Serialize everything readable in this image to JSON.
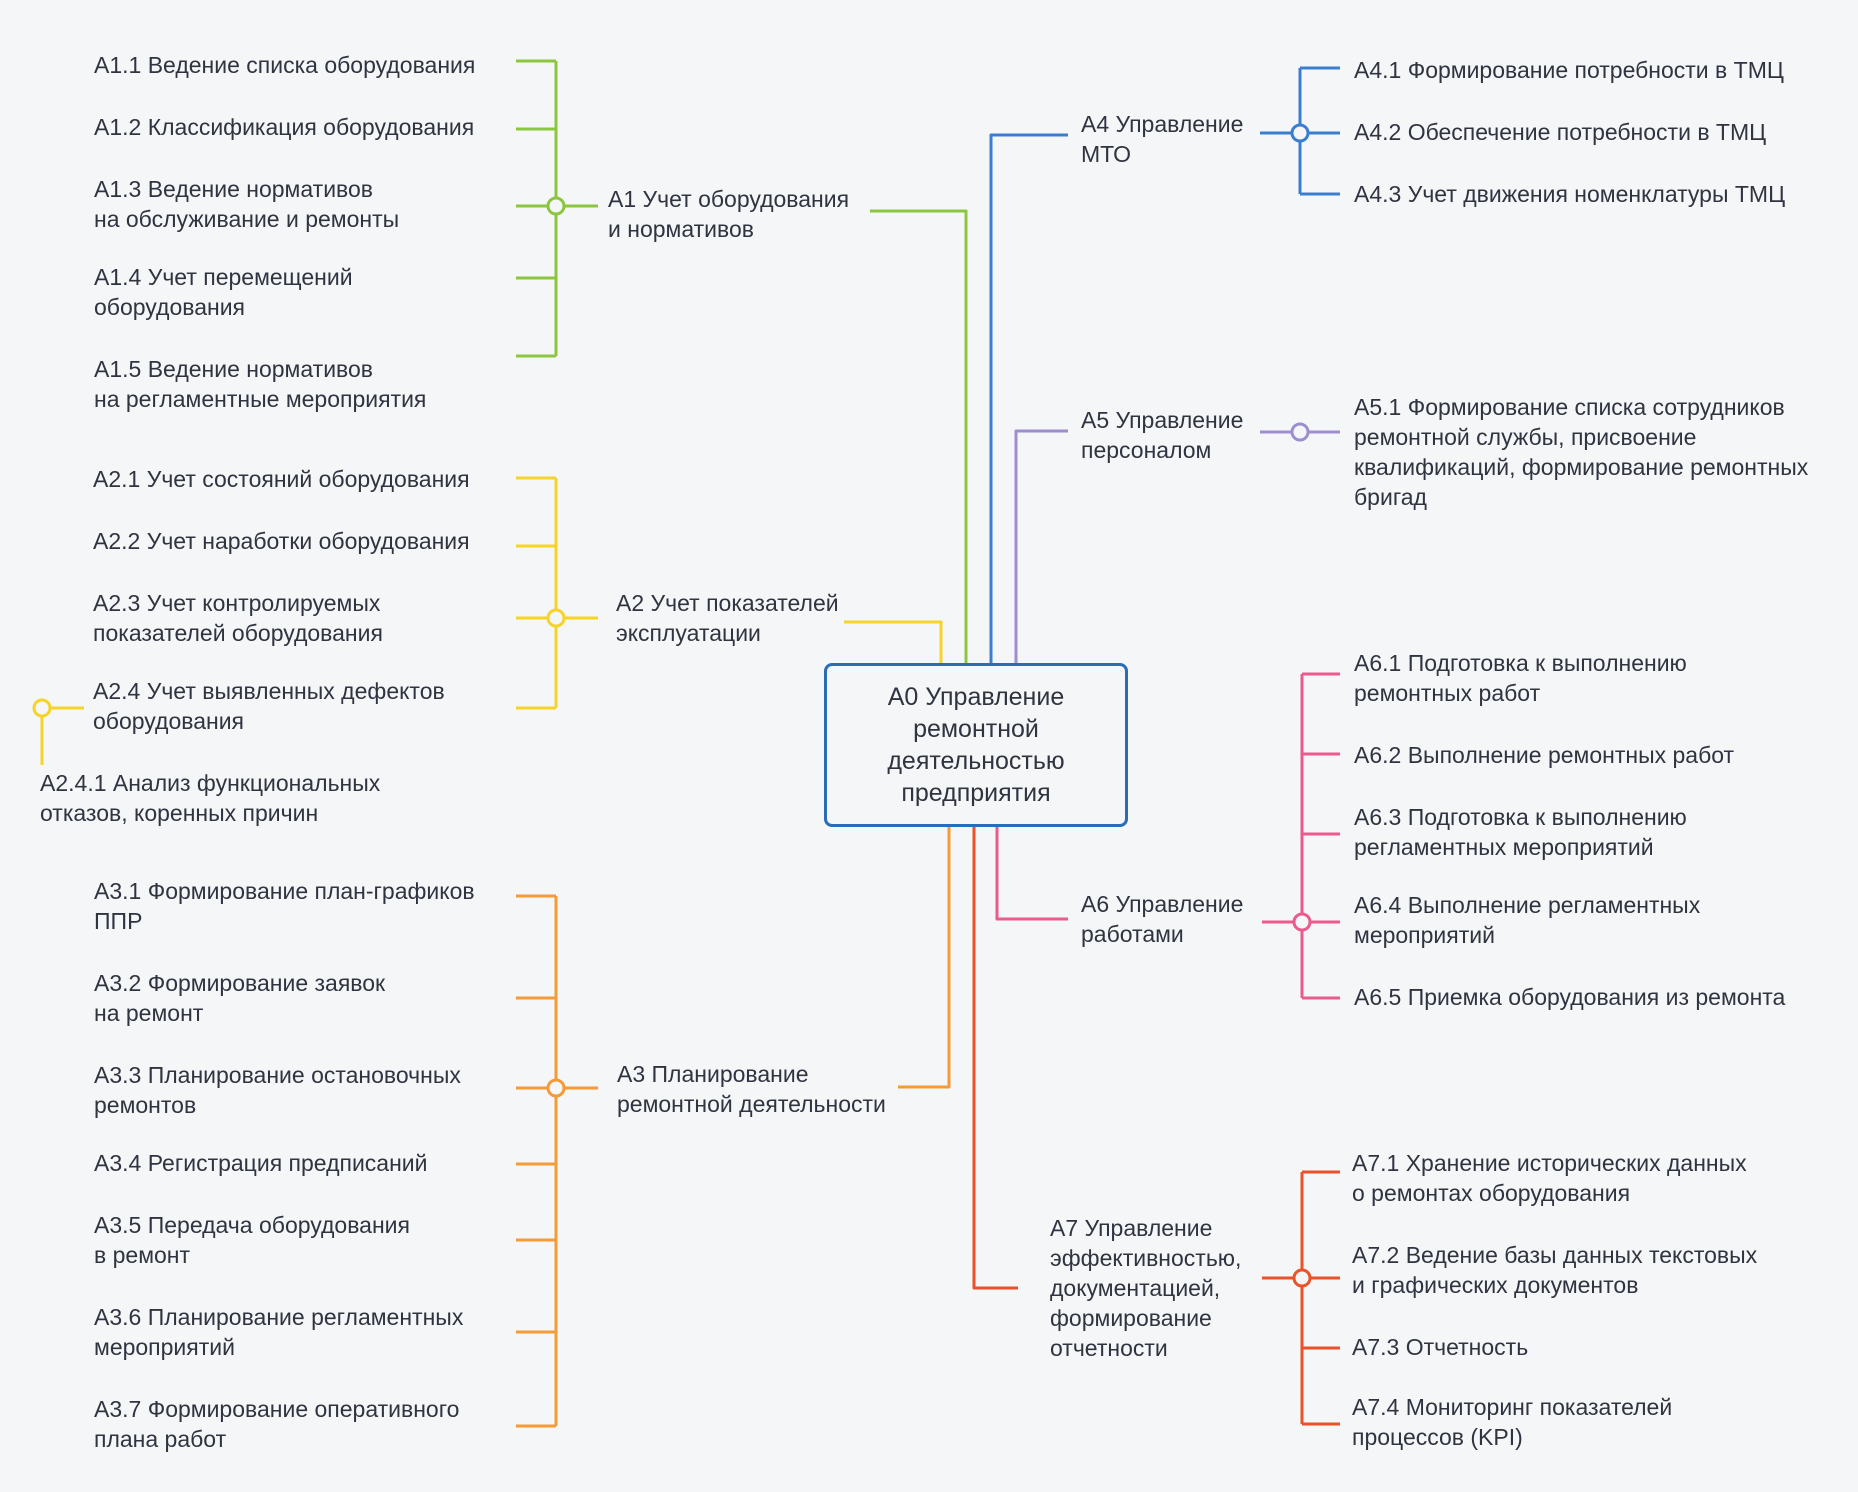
{
  "colors": {
    "root": "#2a6db5",
    "a1": "#8cc63f",
    "a2": "#f5d327",
    "a3": "#f59a37",
    "a4": "#3b7ed0",
    "a5": "#9d8fcf",
    "a6": "#ea5a8c",
    "a7": "#ec5229"
  },
  "root": {
    "label": "А0 Управление\nремонтной\nдеятельностью\nпредприятия"
  },
  "a1": {
    "label": "А1 Учет оборудования\nи нормативов",
    "children": [
      "А1.1 Ведение списка оборудования",
      "А1.2 Классификация оборудования",
      "А1.3 Ведение нормативов\nна обслуживание и ремонты",
      "А1.4 Учет перемещений\nоборудования",
      "А1.5 Ведение нормативов\nна регламентные мероприятия"
    ]
  },
  "a2": {
    "label": "А2 Учет показателей\nэксплуатации",
    "children": [
      "А2.1 Учет состояний оборудования",
      "А2.2 Учет наработки оборудования",
      "А2.3 Учет контролируемых\nпоказателей оборудования",
      "А2.4 Учет выявленных дефектов\nоборудования"
    ],
    "sub": "А2.4.1 Анализ функциональных\nотказов, коренных причин"
  },
  "a3": {
    "label": "А3 Планирование\nремонтной деятельности",
    "children": [
      "А3.1 Формирование план-графиков\nППР",
      "А3.2 Формирование заявок\nна ремонт",
      "А3.3 Планирование остановочных\nремонтов",
      "А3.4 Регистрация предписаний",
      "А3.5 Передача оборудования\nв ремонт",
      "А3.6 Планирование регламентных\nмероприятий",
      "А3.7 Формирование оперативного\nплана работ"
    ]
  },
  "a4": {
    "label": "А4 Управление\nМТО",
    "children": [
      "А4.1 Формирование потребности в ТМЦ",
      "А4.2 Обеспечение потребности в ТМЦ",
      "А4.3 Учет движения номенклатуры ТМЦ"
    ]
  },
  "a5": {
    "label": "А5 Управление\nперсоналом",
    "children": [
      "А5.1 Формирование списка сотрудников\nремонтной службы, присвоение\nквалификаций, формирование ремонтных\nбригад"
    ]
  },
  "a6": {
    "label": "А6 Управление\nработами",
    "children": [
      "А6.1 Подготовка к выполнению\nремонтных работ",
      "А6.2 Выполнение ремонтных работ",
      "А6.3 Подготовка к выполнению\nрегламентных мероприятий",
      "А6.4 Выполнение регламентных\nмероприятий",
      "А6.5 Приемка оборудования из ремонта"
    ]
  },
  "a7": {
    "label": "А7 Управление\nэффективностью,\nдокументацией,\nформирование\nотчетности",
    "children": [
      "А7.1 Хранение исторических данных\nо ремонтах оборудования",
      "А7.2 Ведение базы данных текстовых\nи графических документов",
      "А7.3 Отчетность",
      "А7.4 Мониторинг показателей\nпроцессов (KPI)"
    ]
  }
}
